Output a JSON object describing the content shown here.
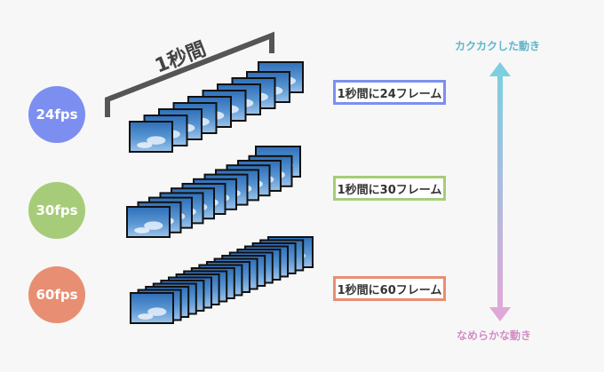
{
  "colors": {
    "c24": "#7c8ff0",
    "c30": "#a7cc79",
    "c60": "#e88e72",
    "arrow_top": "#7ccfdf",
    "arrow_bottom": "#dfa8d8",
    "top_text": "#5fb6c9",
    "bottom_text": "#d28ec6",
    "bracket": "#555555"
  },
  "bracket_label": "1秒間",
  "rows": [
    {
      "fps": "24fps",
      "label": "1秒間に24フレーム",
      "frames_shown": 9
    },
    {
      "fps": "30fps",
      "label": "1秒間に30フレーム",
      "frames_shown": 12
    },
    {
      "fps": "60fps",
      "label": "1秒間に60フレーム",
      "frames_shown": 18
    }
  ],
  "arrow": {
    "top_label": "カクカクした動き",
    "bottom_label": "なめらかな動き"
  }
}
